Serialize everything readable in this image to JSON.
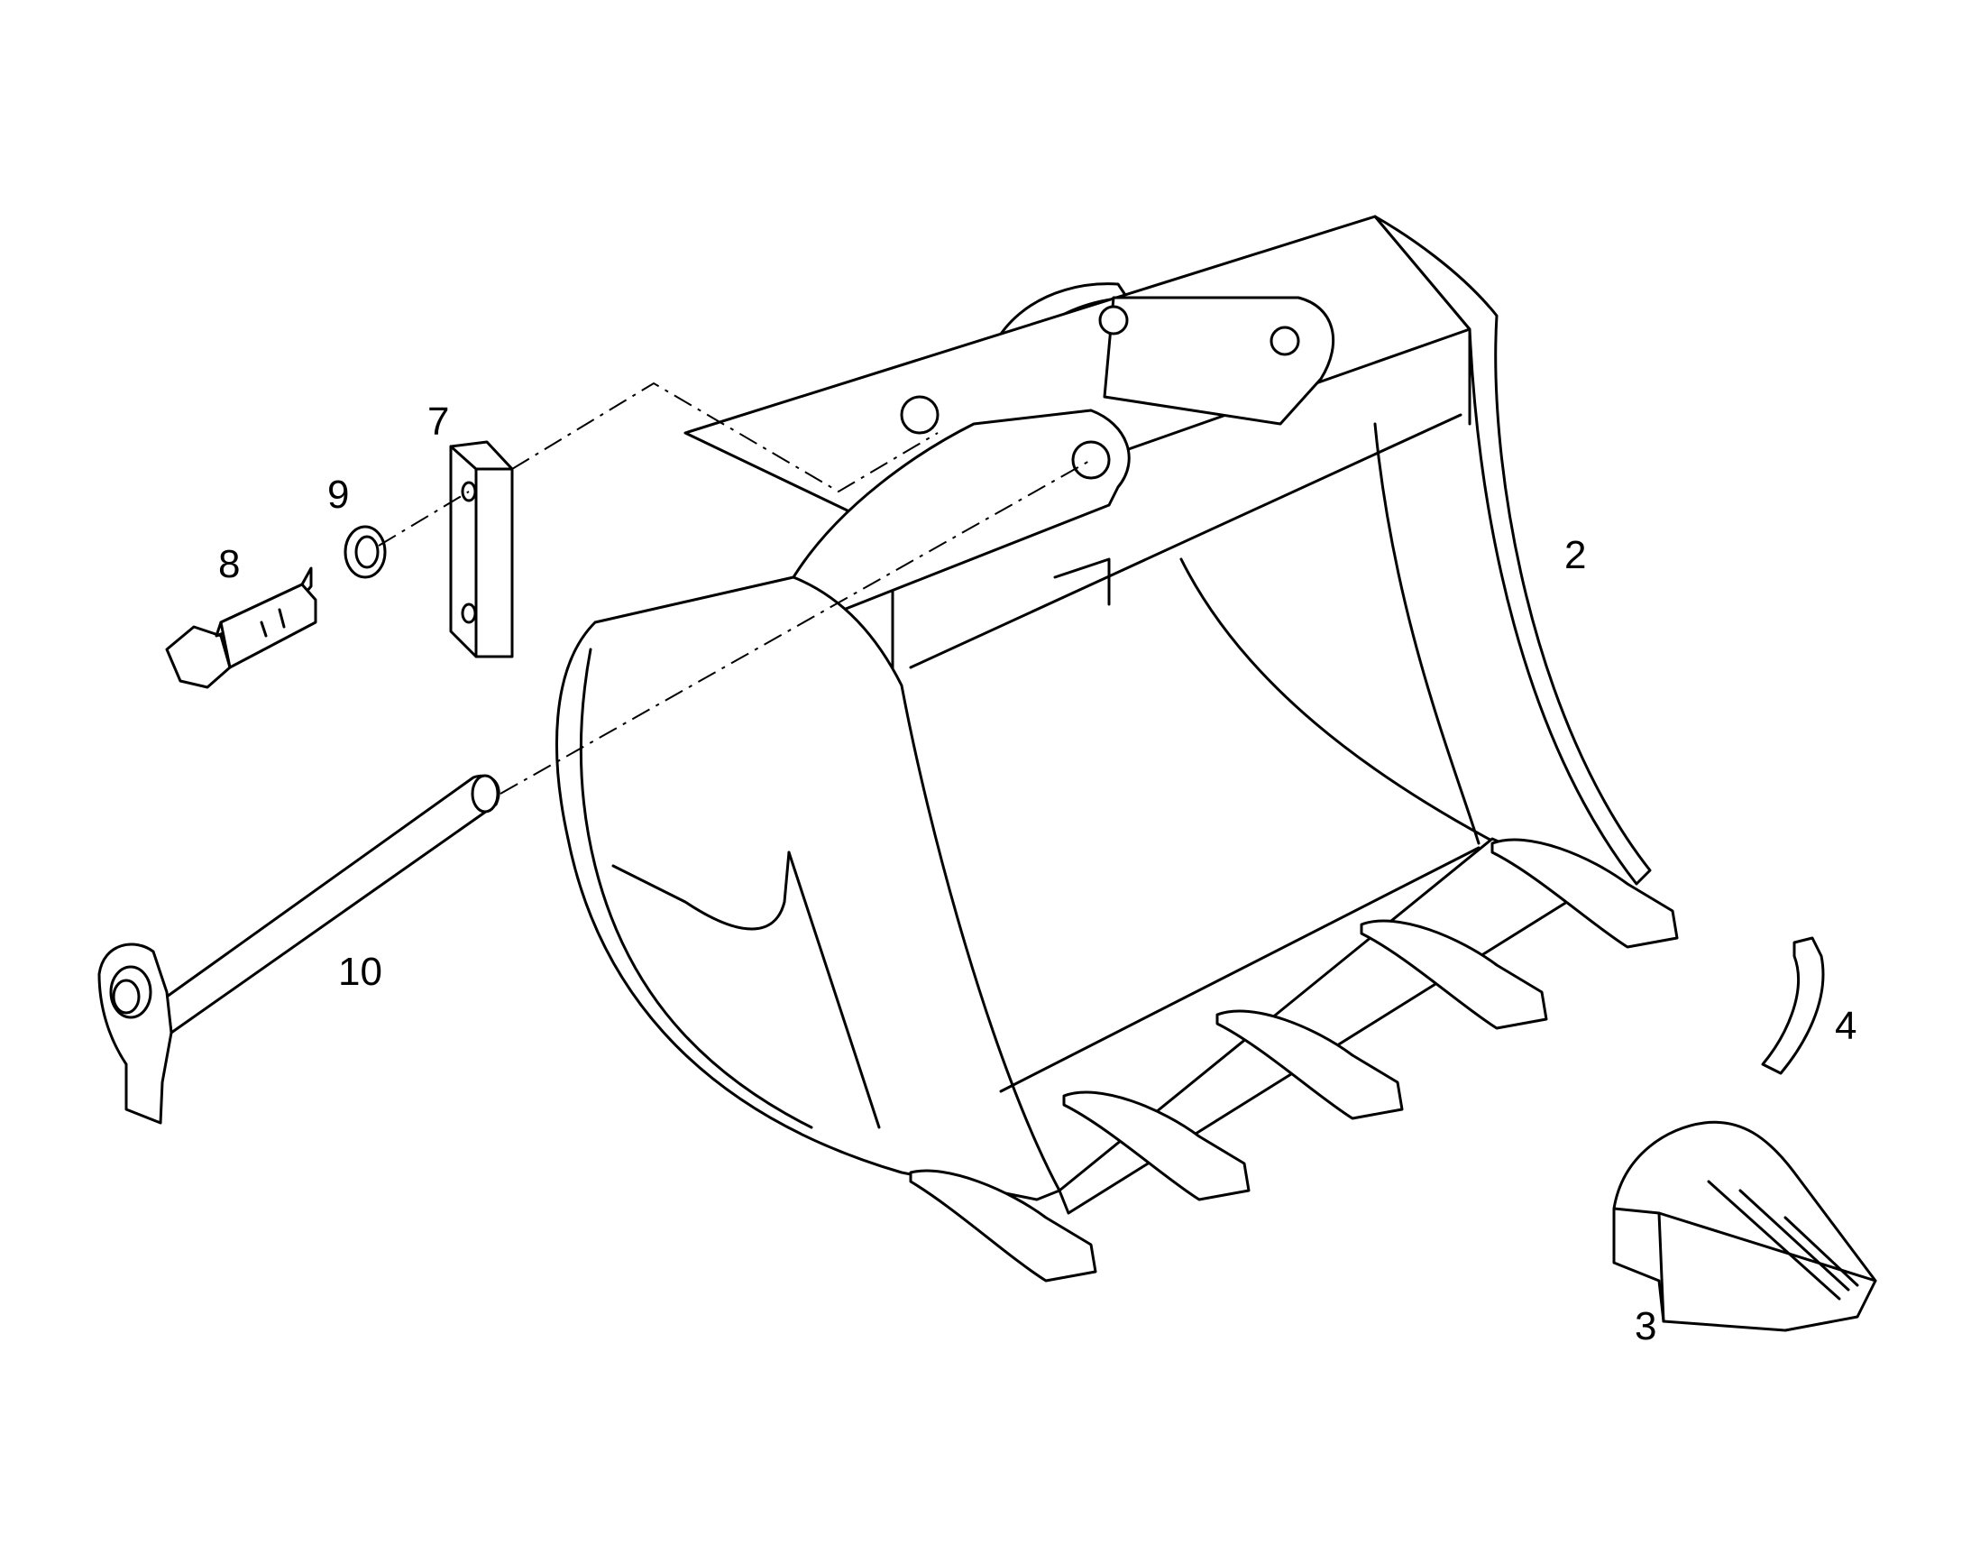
{
  "diagram": {
    "callouts": {
      "c2": "2",
      "c3": "3",
      "c4": "4",
      "c7": "7",
      "c8": "8",
      "c9": "9",
      "c10": "10"
    }
  }
}
